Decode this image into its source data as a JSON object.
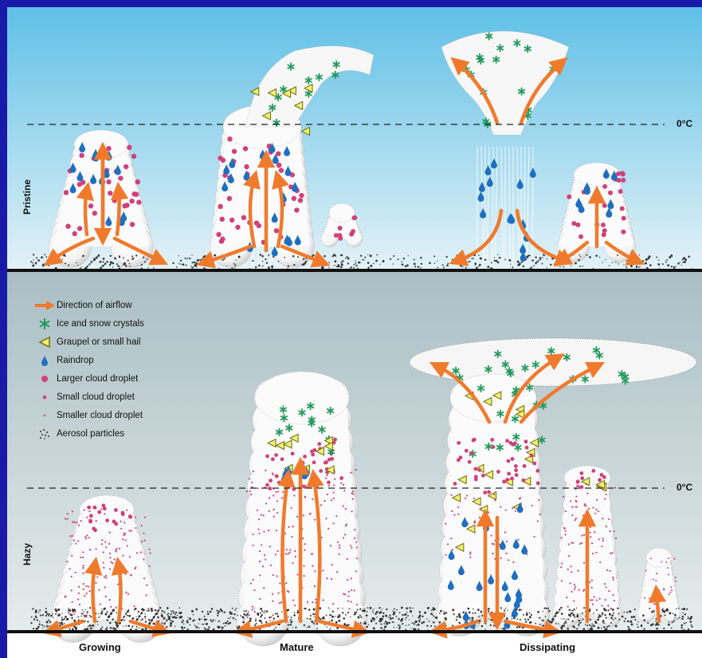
{
  "panels": {
    "top_label": "Pristine",
    "bottom_label": "Hazy",
    "temperature_label": "0°C"
  },
  "stages": [
    "Growing",
    "Mature",
    "Dissipating"
  ],
  "legend": [
    {
      "icon": "airflow-arrow-icon",
      "label": "Direction of airflow"
    },
    {
      "icon": "ice-crystal-icon",
      "label": "Ice and snow crystals"
    },
    {
      "icon": "graupel-icon",
      "label": "Graupel or small hail"
    },
    {
      "icon": "raindrop-icon",
      "label": "Raindrop"
    },
    {
      "icon": "large-droplet-icon",
      "label": "Larger cloud droplet"
    },
    {
      "icon": "small-droplet-icon",
      "label": "Small cloud droplet"
    },
    {
      "icon": "smaller-droplet-icon",
      "label": "Smaller cloud droplet"
    },
    {
      "icon": "aerosol-icon",
      "label": "Aerosol particles"
    }
  ],
  "colors": {
    "frame": "#1a1aa8",
    "sky_top_start": "#5fc0e6",
    "sky_top_end": "#e4f2f7",
    "sky_bottom_start": "#a9bec4",
    "sky_bottom_end": "#e6ecec",
    "airflow": "#f07a2c",
    "ice": "#1f9a5a",
    "graupel_fill": "#f2f06a",
    "graupel_stroke": "#6b6a1a",
    "raindrop": "#1f6fc0",
    "droplet": "#d0407a"
  }
}
